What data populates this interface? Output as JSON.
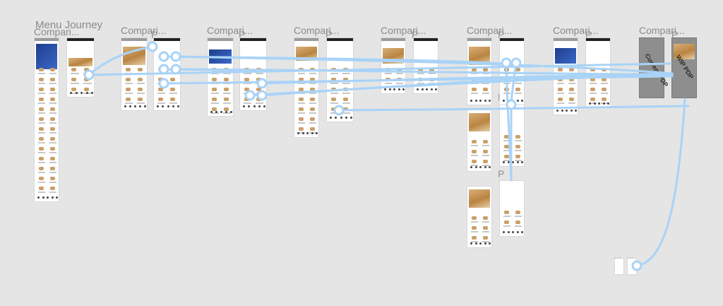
{
  "canvas": {
    "background": "#e5e5e5",
    "connector_color": "#a9d3f7"
  },
  "journey_title": "Menu Journey",
  "frame_titles": [
    "Compari...",
    "Compari...",
    "Compari...",
    "Compari...",
    "Compari...",
    "Compari...",
    "Compari...",
    "Compari..."
  ],
  "frame_suffixes": [
    "P",
    "P",
    "P",
    "P",
    "P",
    "P",
    "P"
  ],
  "stacked_labels": [
    "P",
    "P"
  ],
  "gray_cards": [
    {
      "text": "Current PDP"
    },
    {
      "text": "WIP PDP"
    }
  ],
  "misc_dots": [
    "...",
    "..."
  ]
}
